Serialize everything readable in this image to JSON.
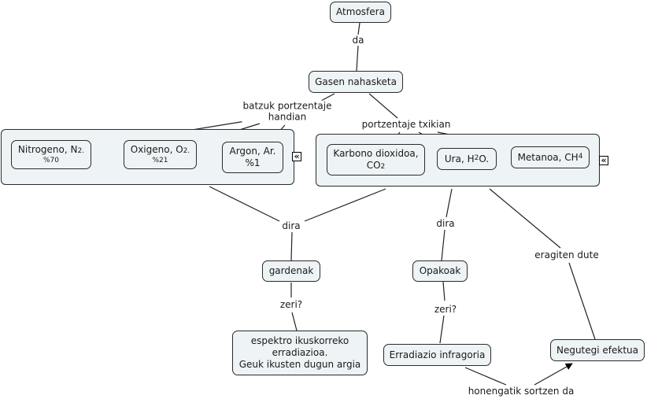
{
  "concepts": {
    "atmosfera": "Atmosfera",
    "gasen_nahasketa": "Gasen nahasketa",
    "nitrogeno": {
      "line1": "Nitrogeno, N",
      "sub": "2.",
      "line2": "%70"
    },
    "oxigeno": {
      "line1": "Oxigeno, O",
      "sub": "2.",
      "line2": "%21"
    },
    "argon": {
      "line1": "Argon, Ar.",
      "line2": "%1"
    },
    "karbono": {
      "line1": "Karbono dioxidoa,",
      "line2a": "CO",
      "sub": "2"
    },
    "ura": {
      "pre": "Ura, H",
      "sub": "2",
      "post": "O."
    },
    "metanoa": {
      "pre": "Metanoa, CH",
      "sub": "4"
    },
    "gardenak": "gardenak",
    "opakoak": "Opakoak",
    "espektro": {
      "line1": "espektro ikuskorreko",
      "line2": "erradiazioa.",
      "line3": "Geuk ikusten dugun argia"
    },
    "erradiazio": "Erradiazio infragoria",
    "negutegi": "Negutegi efektua"
  },
  "link_labels": {
    "da": "da",
    "batzuk_line1": "batzuk portzentaje",
    "batzuk_line2": "handian",
    "txikian": "portzentaje txikian",
    "dira_left": "dira",
    "dira_right": "dira",
    "zeri_left": "zeri?",
    "zeri_right": "zeri?",
    "eragiten": "eragiten dute",
    "honengatik": "honengatik sortzen da"
  },
  "controls": {
    "collapse_left": "«",
    "collapse_right": "«"
  },
  "colors": {
    "node_fill": "#eef3f5",
    "stroke": "#2b2b2b"
  }
}
